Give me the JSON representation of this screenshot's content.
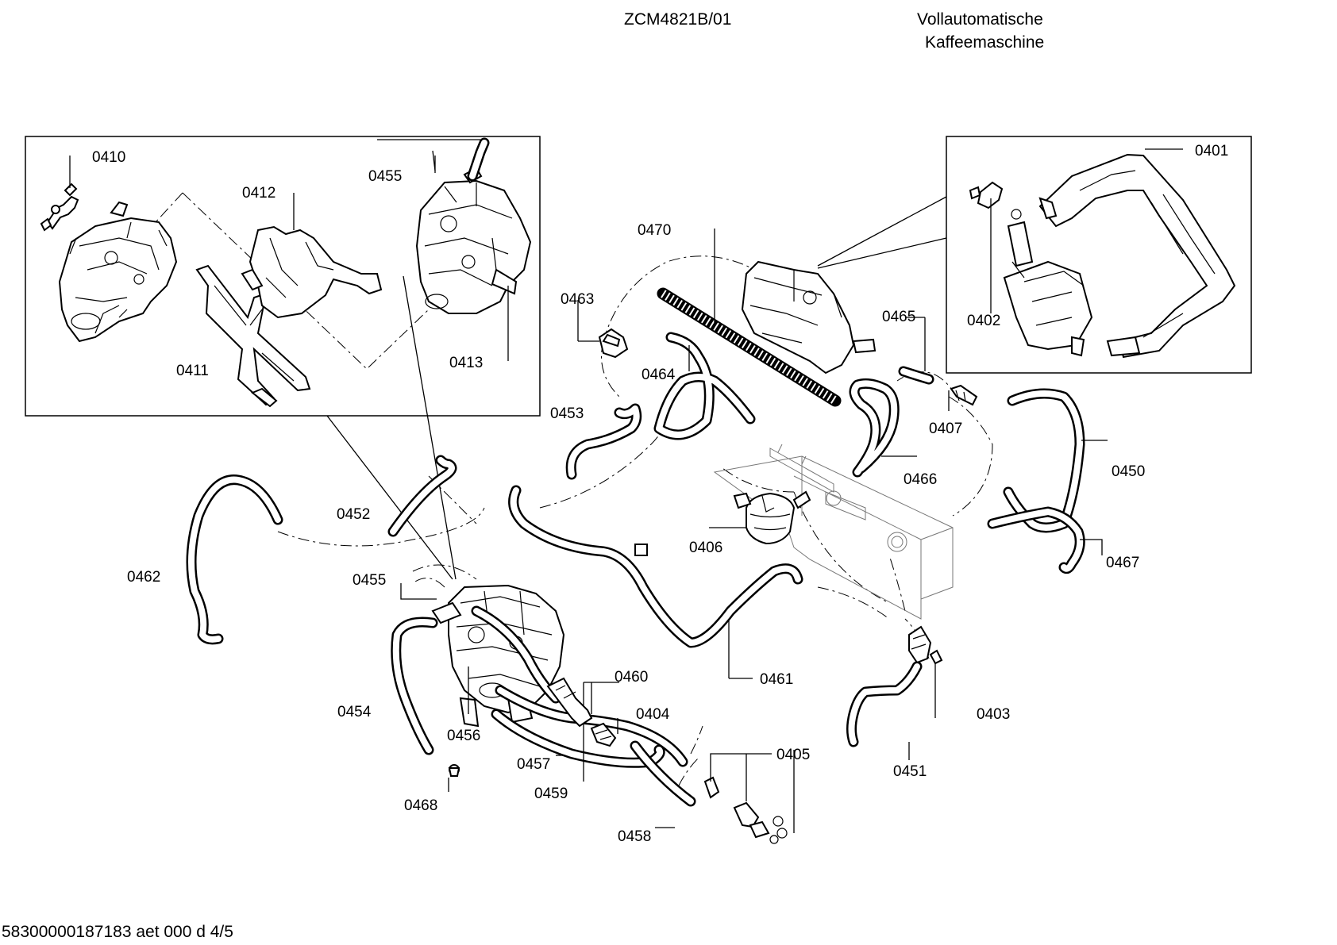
{
  "header": {
    "model": "ZCM4821B/01",
    "description_line1": "Vollautomatische",
    "description_line2": "Kaffeemaschine"
  },
  "footer": {
    "document_code": "58300000187183 aet 000 d 4/5"
  },
  "parts": {
    "p0401": "0401",
    "p0402": "0402",
    "p0403": "0403",
    "p0404": "0404",
    "p0405": "0405",
    "p0406": "0406",
    "p0407": "0407",
    "p0410": "0410",
    "p0411": "0411",
    "p0412": "0412",
    "p0413": "0413",
    "p0450": "0450",
    "p0451": "0451",
    "p0452": "0452",
    "p0453": "0453",
    "p0454": "0454",
    "p0455a": "0455",
    "p0455b": "0455",
    "p0456": "0456",
    "p0457": "0457",
    "p0458": "0458",
    "p0459": "0459",
    "p0460": "0460",
    "p0461": "0461",
    "p0462": "0462",
    "p0463": "0463",
    "p0464": "0464",
    "p0465": "0465",
    "p0466": "0466",
    "p0467": "0467",
    "p0468": "0468",
    "p0470": "0470"
  }
}
